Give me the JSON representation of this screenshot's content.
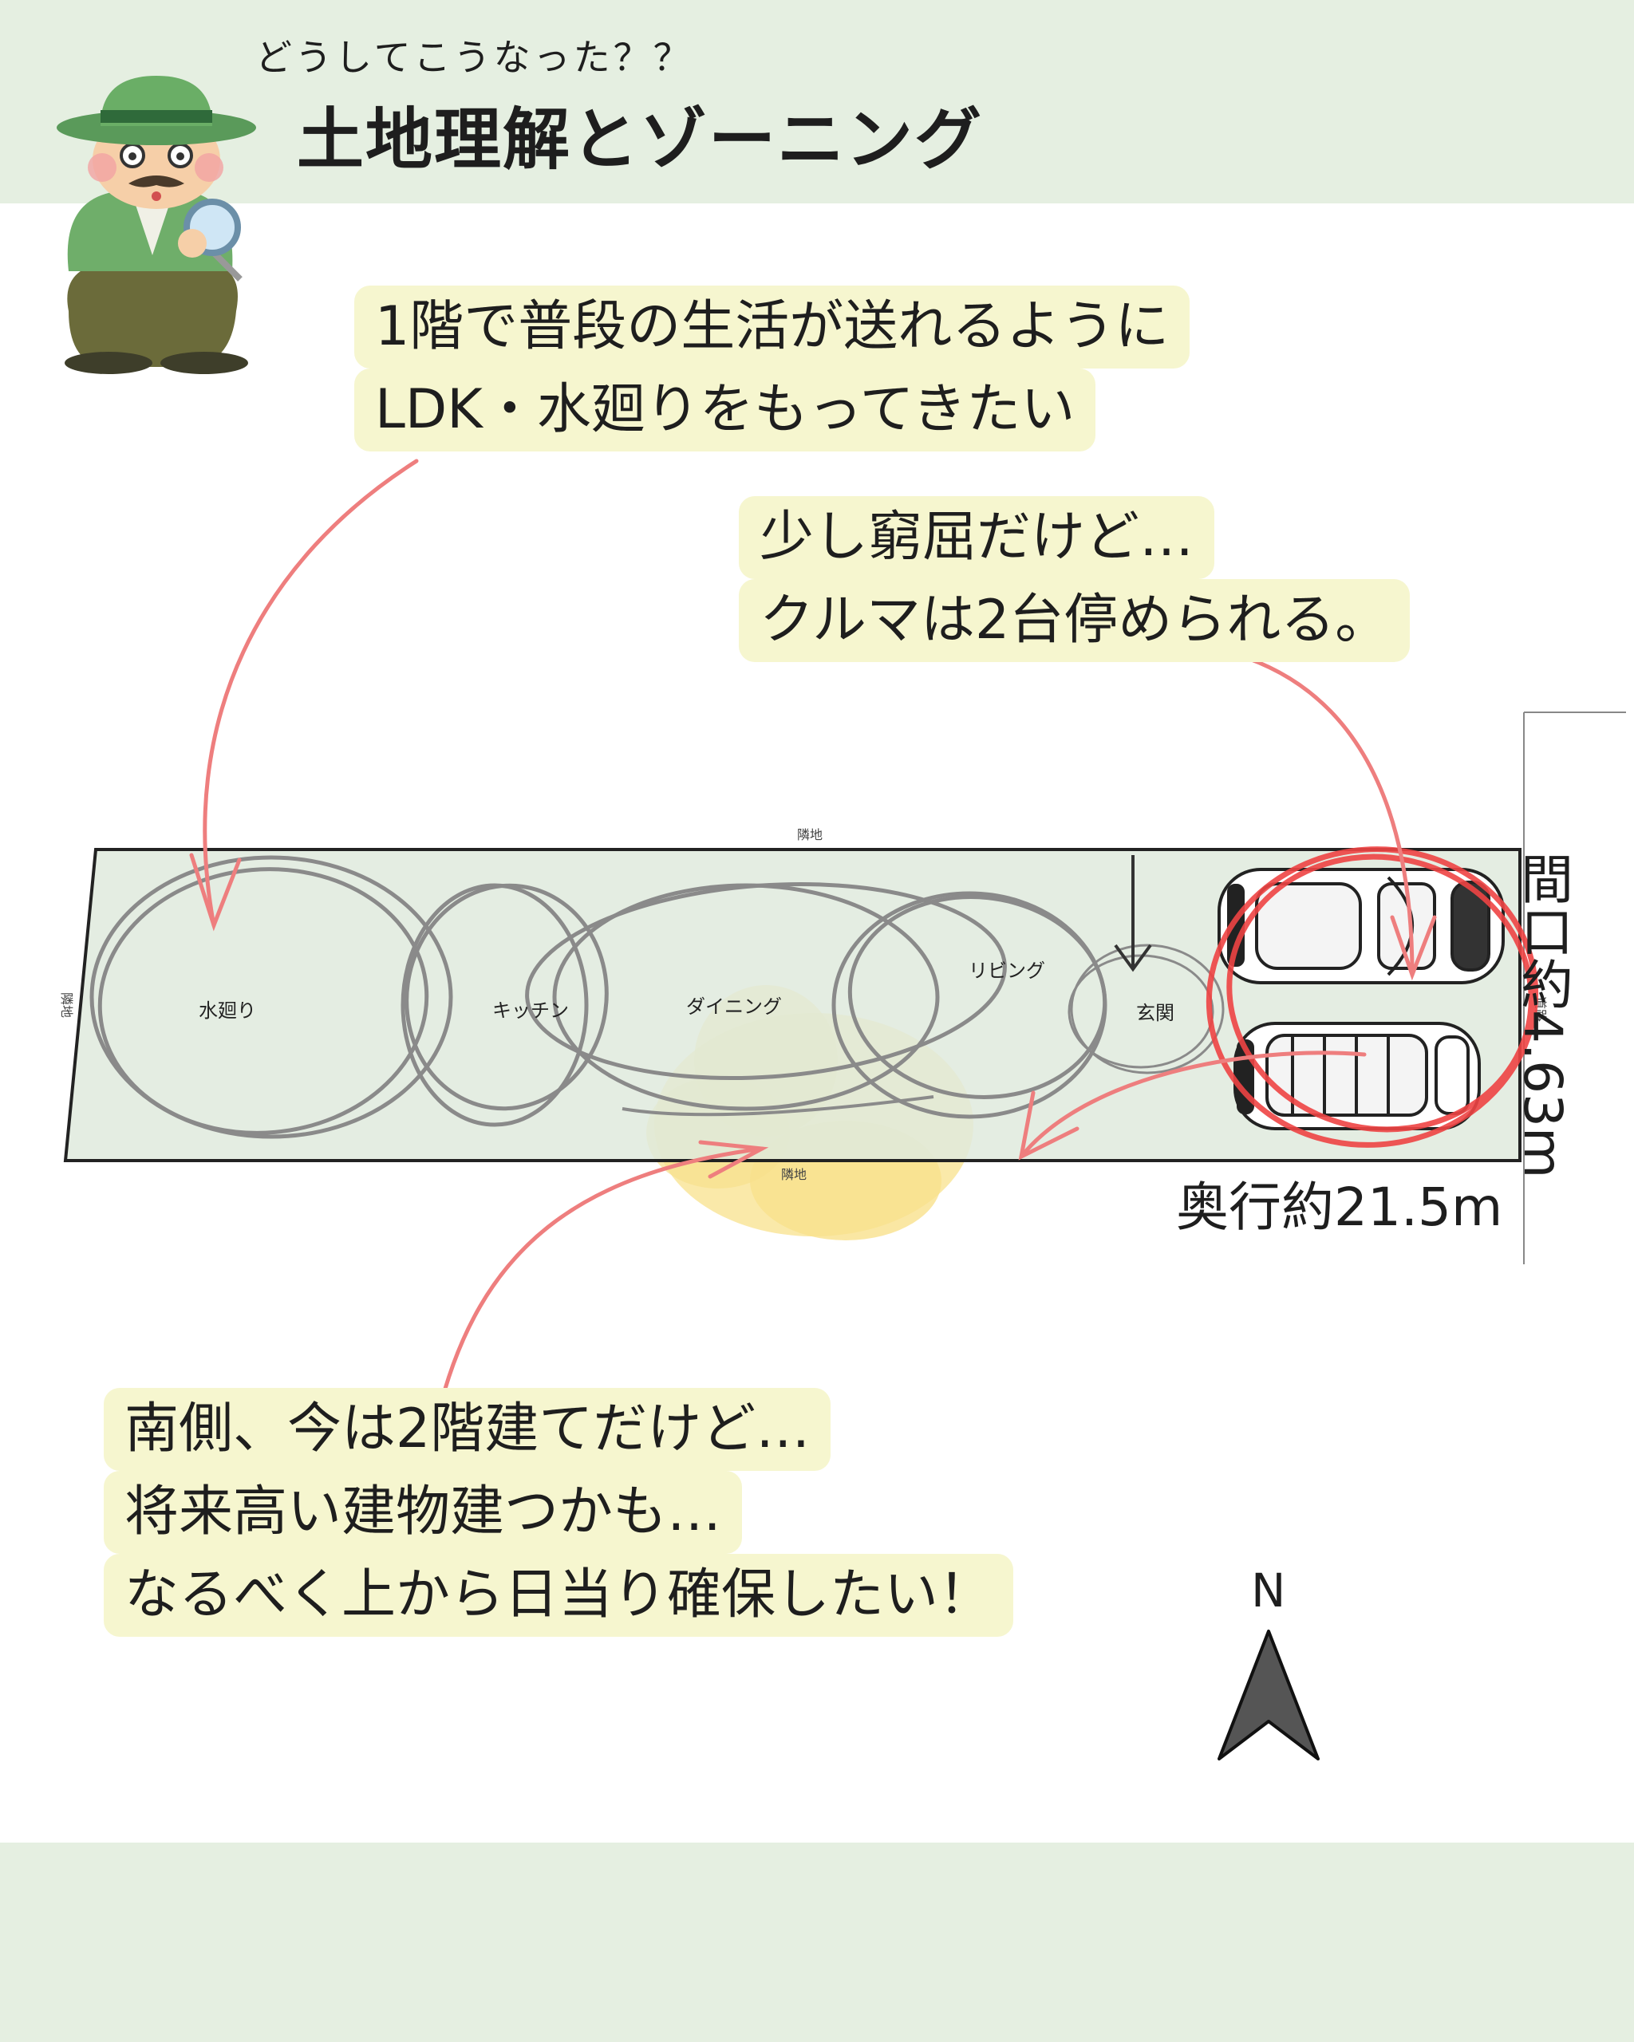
{
  "header": {
    "subtitle": "どうしてこうなった？？",
    "title": "土地理解とゾーニング"
  },
  "notes": {
    "ldk": [
      "1階で普段の生活が送れるように",
      "LDK・水廻りをもってきたい"
    ],
    "parking": [
      "少し窮屈だけど…",
      "クルマは2台停められる。"
    ],
    "south": [
      "南側、今は2階建てだけど…",
      "将来高い建物建つかも…",
      "なるべく上から日当り確保したい！"
    ]
  },
  "plan": {
    "neighbor_labels": {
      "north": "隣地",
      "south": "隣地",
      "west": "隣地",
      "east": "道路"
    },
    "zones": {
      "water": "水廻り",
      "kitchen": "キッチン",
      "dining": "ダイニング",
      "living": "リビング",
      "entrance": "玄関"
    },
    "dimensions": {
      "frontage": "間口約4.63m",
      "depth": "奥行約21.5m"
    },
    "compass": "N",
    "colors": {
      "lot_fill": "#dfeadd",
      "sunlight": "#f7dc78",
      "arrow": "#ee7e7e",
      "sketch": "#8a8a8a",
      "compass": "#555555"
    }
  }
}
